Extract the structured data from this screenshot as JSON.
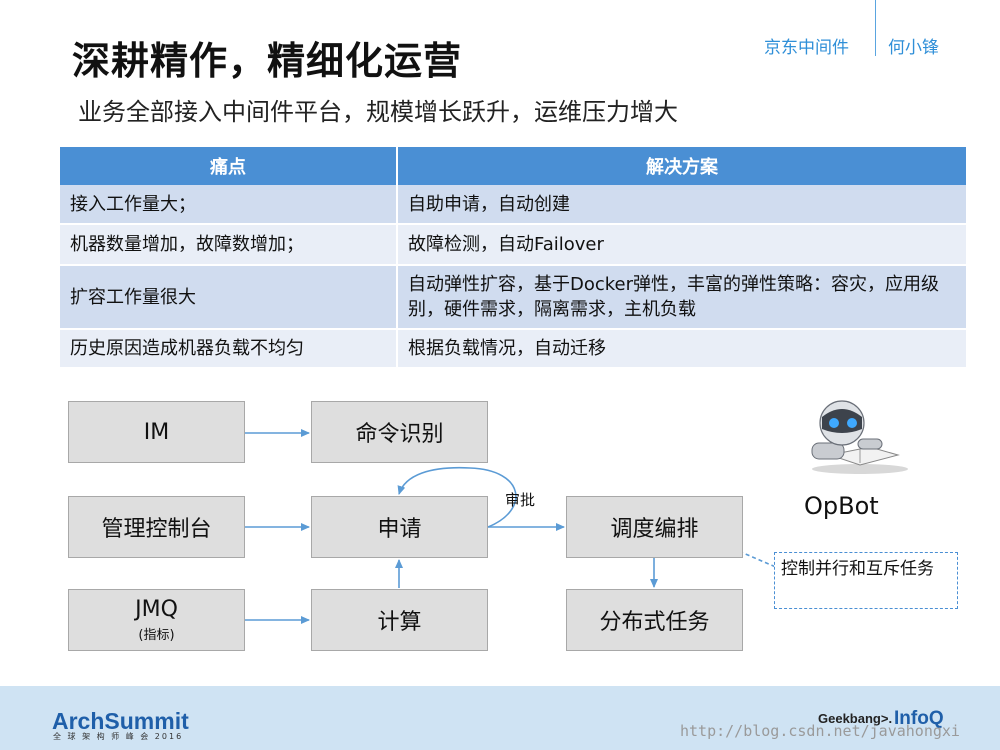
{
  "header": {
    "title": "深耕精作，精细化运营",
    "subtitle": "业务全部接入中间件平台，规模增长跃升，运维压力增大",
    "brand_left": "京东中间件",
    "brand_right": "何小锋"
  },
  "table": {
    "headers": [
      "痛点",
      "解决方案"
    ],
    "rows": [
      {
        "pain": "接入工作量大；",
        "solution": "自助申请，自动创建"
      },
      {
        "pain": "机器数量增加，故障数增加；",
        "solution": "故障检测，自动Failover"
      },
      {
        "pain": "扩容工作量很大",
        "solution": "自动弹性扩容，基于Docker弹性，丰富的弹性策略：容灾，应用级别，硬件需求，隔离需求，主机负载"
      },
      {
        "pain": "历史原因造成机器负载不均匀",
        "solution": "根据负载情况，自动迁移"
      }
    ]
  },
  "flow": {
    "im": "IM",
    "cmd": "命令识别",
    "console": "管理控制台",
    "apply": "申请",
    "schedule": "调度编排",
    "jmq": "JMQ",
    "jmq_sub": "(指标)",
    "compute": "计算",
    "dist": "分布式任务",
    "approve": "审批",
    "callout": "控制并行和互斥任务",
    "bot_name": "OpBot"
  },
  "footer": {
    "logo": "ArchSummit",
    "logo_sub": "全 球 架 构 师 峰 会 2016",
    "geek": "Geekbang>.",
    "infoq": "InfoQ",
    "watermark": "http://blog.csdn.net/javahongxi"
  }
}
